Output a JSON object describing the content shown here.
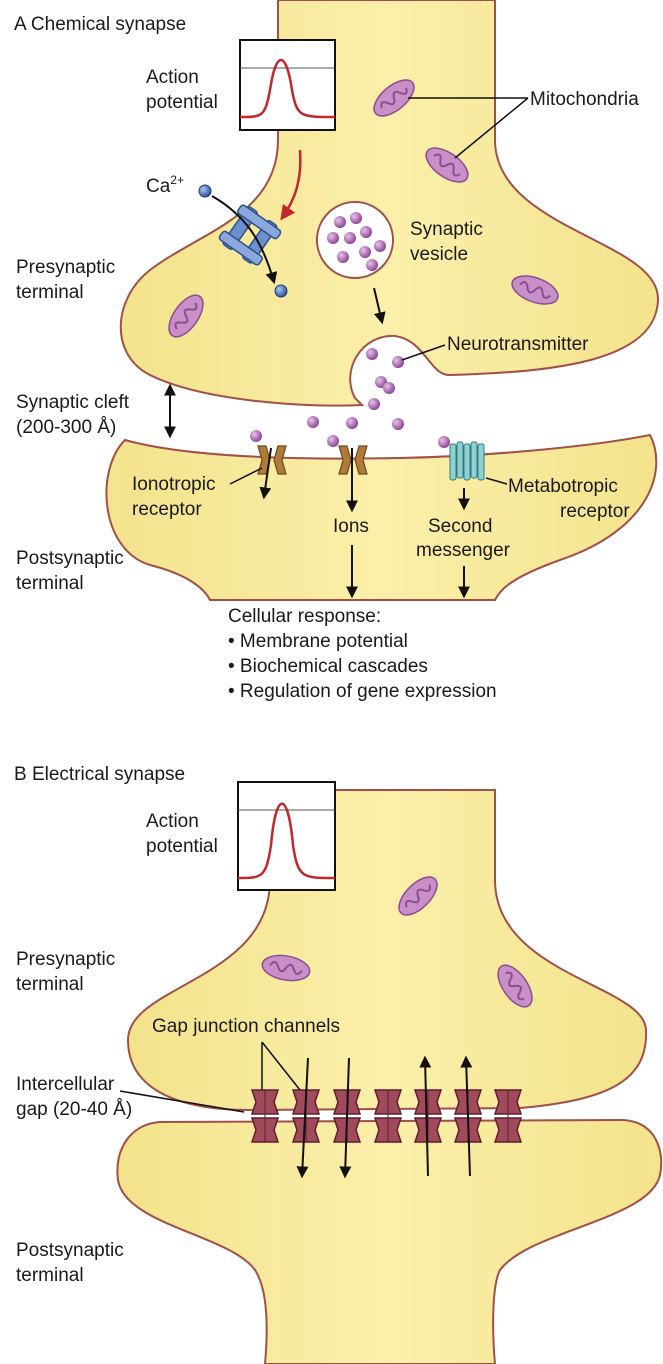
{
  "panel_a": {
    "title": "A Chemical synapse",
    "action_potential_line1": "Action",
    "action_potential_line2": "potential",
    "calcium_base": "Ca",
    "calcium_sup": "2+",
    "mitochondria": "Mitochondria",
    "synaptic_vesicle_line1": "Synaptic",
    "synaptic_vesicle_line2": "vesicle",
    "presynaptic_line1": "Presynaptic",
    "presynaptic_line2": "terminal",
    "neurotransmitter": "Neurotransmitter",
    "synaptic_cleft_line1": "Synaptic cleft",
    "synaptic_cleft_line2": "(200-300 Å)",
    "ionotropic_line1": "Ionotropic",
    "ionotropic_line2": "receptor",
    "ions": "Ions",
    "second_messenger_line1": "Second",
    "second_messenger_line2": "messenger",
    "metabotropic_line1": "Metabotropic",
    "metabotropic_line2": "receptor",
    "postsynaptic_line1": "Postsynaptic",
    "postsynaptic_line2": "terminal",
    "cellular_response_title": "Cellular response:",
    "cellular_response_items": [
      "• Membrane potential",
      "• Biochemical cascades",
      "• Regulation of gene expression"
    ]
  },
  "panel_b": {
    "title": "B Electrical synapse",
    "action_potential_line1": "Action",
    "action_potential_line2": "potential",
    "presynaptic_line1": "Presynaptic",
    "presynaptic_line2": "terminal",
    "gap_junction_channels": "Gap junction channels",
    "intercellular_line1": "Intercellular",
    "intercellular_line2": "gap (20-40 Å)",
    "postsynaptic_line1": "Postsynaptic",
    "postsynaptic_line2": "terminal"
  },
  "colors": {
    "cell_fill": "#f9eca0",
    "cell_stroke": "#a05048",
    "mito_fill": "#c88fc8",
    "vesicle_fill": "#9b4fa0",
    "trace": "#c0282c",
    "channel": "#a04a5c",
    "ion_blue": "#3f63b0"
  }
}
